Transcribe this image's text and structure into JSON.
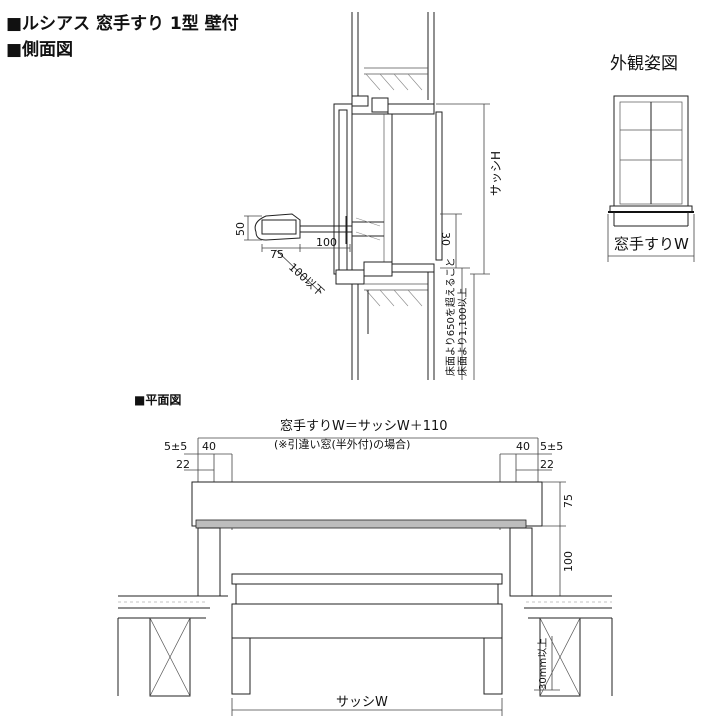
{
  "header": {
    "title": "■ルシアス 窓手すり 1型 壁付",
    "subtitle": "■側面図"
  },
  "exterior": {
    "title": "外観姿図",
    "width_label": "窓手すりW"
  },
  "side_view": {
    "dim_50": "50",
    "dim_75": "75",
    "dim_100": "100",
    "dim_100_below": "100以下",
    "dim_30": "30",
    "sash_h": "サッシH",
    "floor_650": "床面より650を超えること",
    "floor_1100": "床面より1,100以上"
  },
  "plan_view": {
    "title": "■平面図",
    "formula": "窓手すりW＝サッシW＋110",
    "note": "(※引違い窓(半外付)の場合)",
    "left_5pm5": "5±5",
    "left_40": "40",
    "left_22": "22",
    "right_40": "40",
    "right_5pm5": "5±5",
    "right_22": "22",
    "dim_75": "75",
    "dim_100": "100",
    "dim_30_above": "30mm以上",
    "sash_w": "サッシW"
  }
}
